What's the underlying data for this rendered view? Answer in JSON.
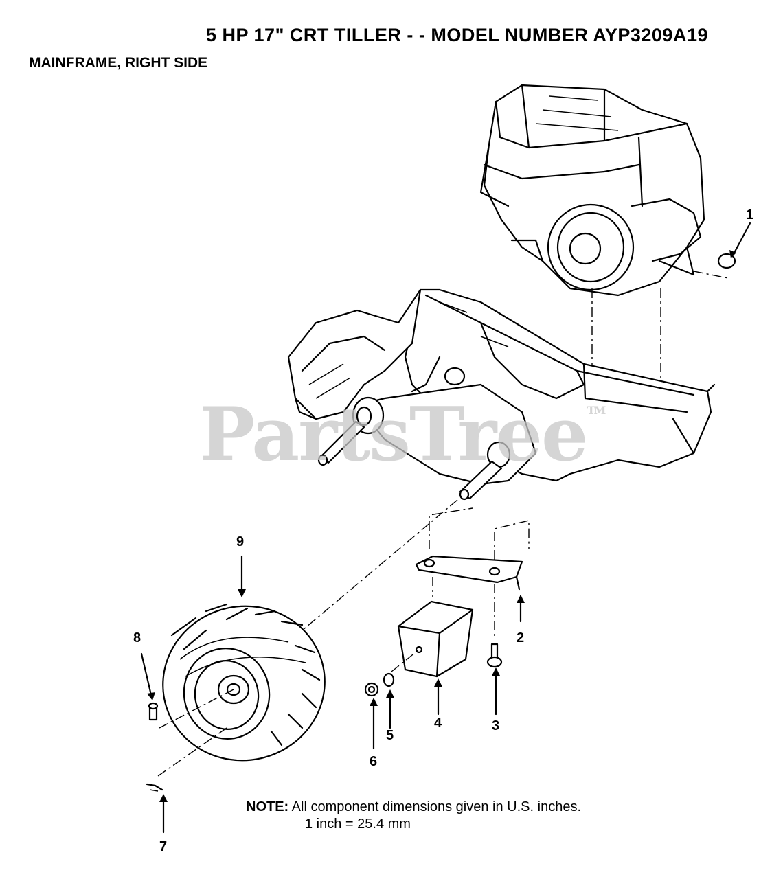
{
  "header": {
    "title": "5 HP 17\" CRT TILLER - - MODEL NUMBER AYP3209A19",
    "subtitle": "MAINFRAME, RIGHT SIDE"
  },
  "watermark": {
    "text": "PartsTree",
    "tm": "TM"
  },
  "callouts": [
    "1",
    "2",
    "3",
    "4",
    "5",
    "6",
    "7",
    "8",
    "9"
  ],
  "note": {
    "label": "NOTE:",
    "line1": "All component dimensions given in U.S. inches.",
    "line2": "1 inch = 25.4 mm"
  },
  "parts": [
    "engine-icon",
    "mainframe-icon",
    "tine-shield-icon",
    "axle-icon",
    "wheel-tire-icon",
    "bracket-plate-icon",
    "weight-block-icon",
    "bolt-icon",
    "washer-icon",
    "nut-icon",
    "pin-icon",
    "hairpin-clip-icon"
  ]
}
